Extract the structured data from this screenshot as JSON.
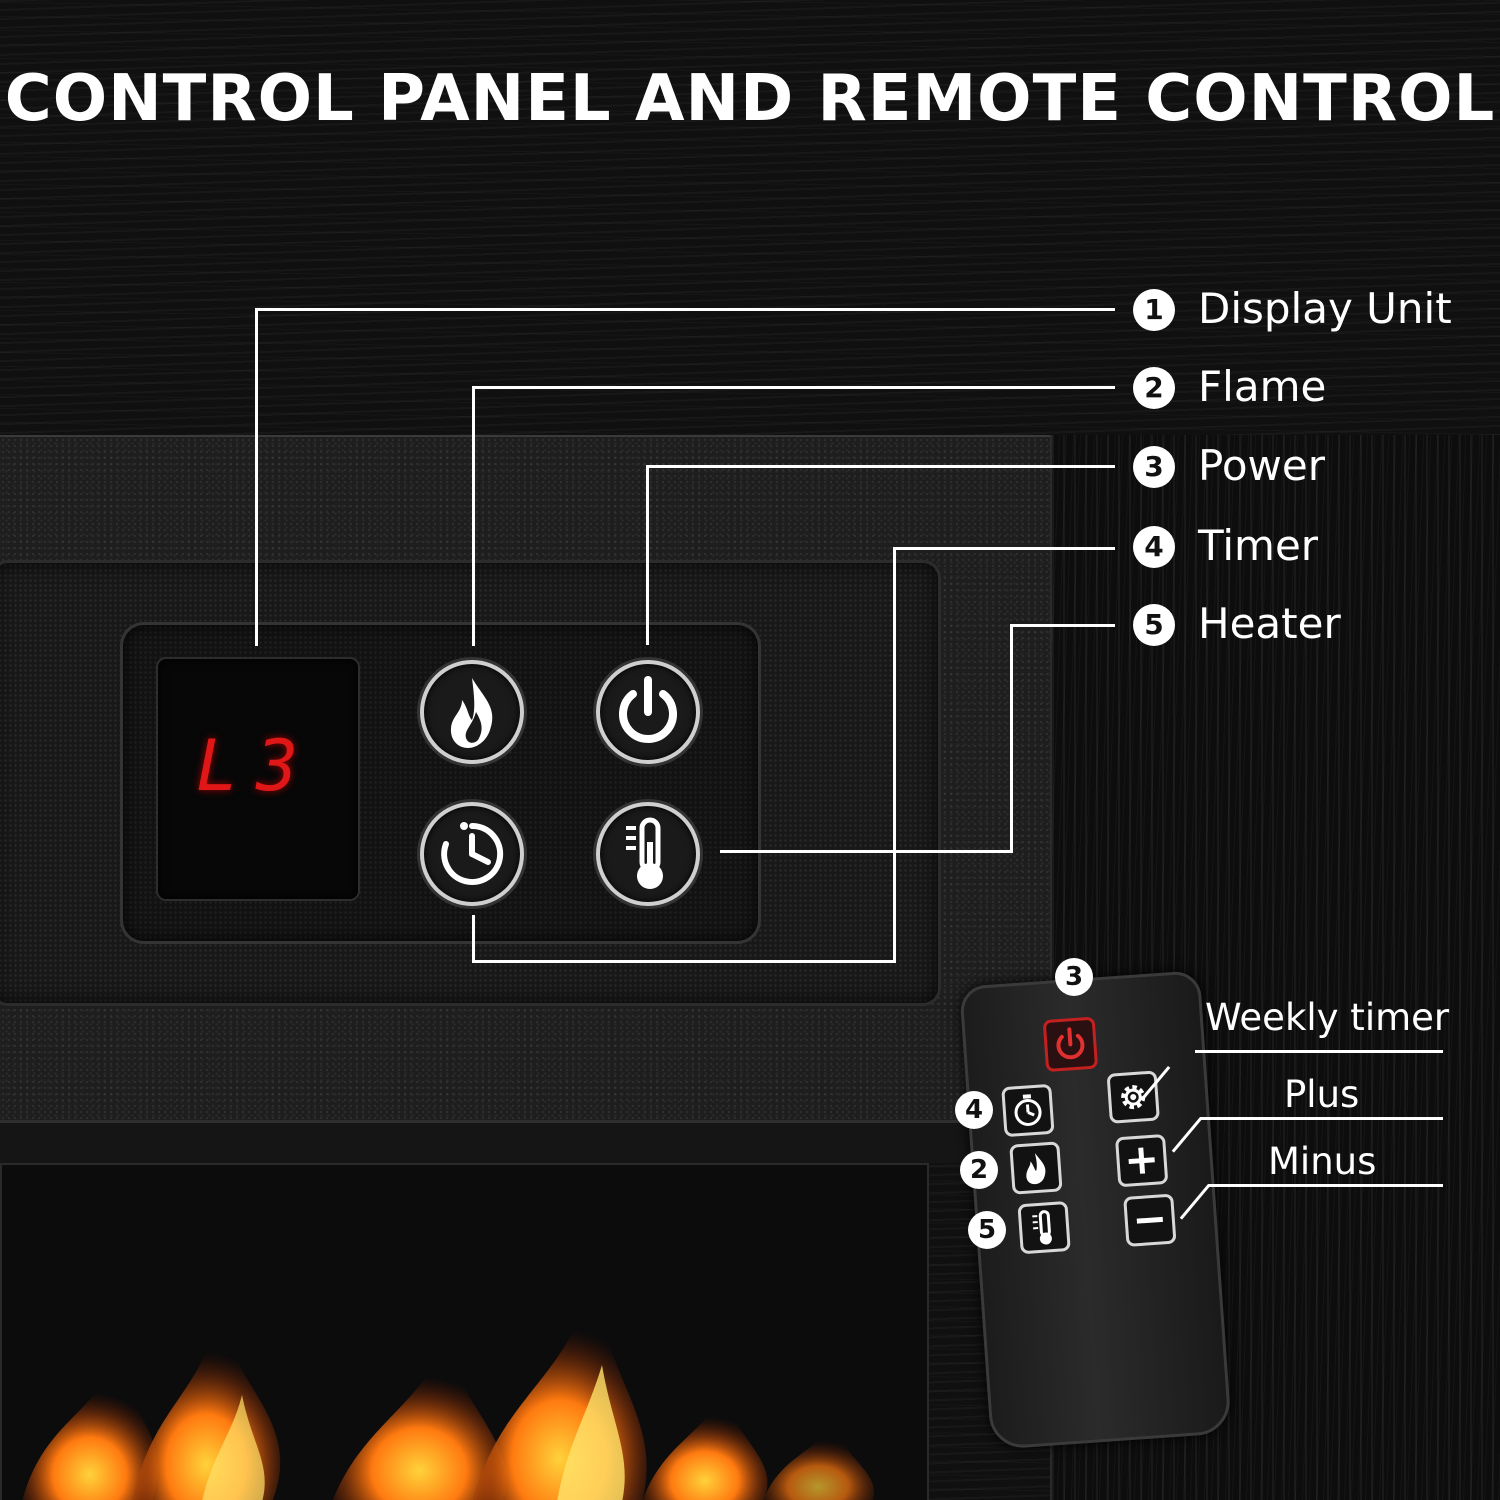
{
  "title": "CONTROL PANEL AND REMOTE CONTROL",
  "display": {
    "reading": "L3",
    "color": "#e01717"
  },
  "callouts": [
    {
      "num": "1",
      "label": "Display Unit"
    },
    {
      "num": "2",
      "label": "Flame"
    },
    {
      "num": "3",
      "label": "Power"
    },
    {
      "num": "4",
      "label": "Timer"
    },
    {
      "num": "5",
      "label": "Heater"
    }
  ],
  "panel_buttons": [
    {
      "id": "flame",
      "icon": "flame-icon"
    },
    {
      "id": "power",
      "icon": "power-icon"
    },
    {
      "id": "timer",
      "icon": "timer-icon"
    },
    {
      "id": "heater",
      "icon": "thermometer-icon"
    }
  ],
  "remote": {
    "markers": {
      "power": "3",
      "timer": "4",
      "flame": "2",
      "heater": "5"
    },
    "labels": {
      "weekly_timer": "Weekly timer",
      "plus": "Plus",
      "minus": "Minus"
    },
    "icons": [
      "power-icon",
      "timer-icon",
      "gear-icon",
      "flame-icon",
      "plus-icon",
      "thermometer-icon",
      "minus-icon"
    ]
  }
}
